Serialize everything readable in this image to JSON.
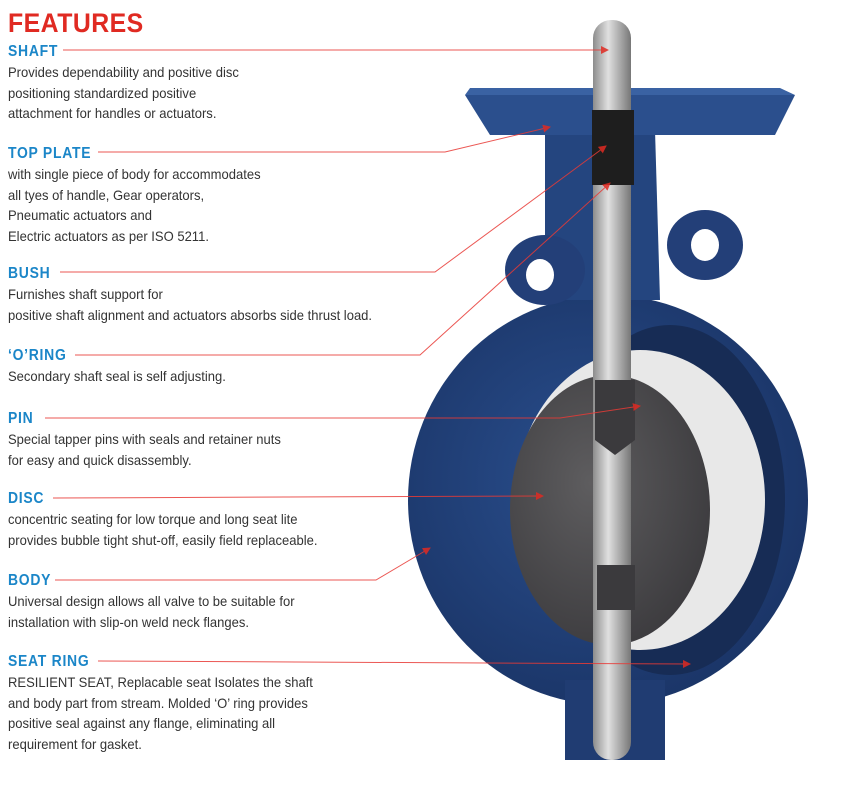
{
  "title": "FEATURES",
  "features": [
    {
      "heading": "SHAFT",
      "lines": [
        "Provides dependability and positive disc",
        "positioning standardized positive",
        "attachment for handles or actuators."
      ]
    },
    {
      "heading": "TOP PLATE",
      "lines": [
        "with single piece of body for accommodates",
        "all tyes of handle, Gear operators,",
        "Pneumatic actuators and",
        "Electric actuators as per ISO 5211."
      ]
    },
    {
      "heading": "BUSH",
      "lines": [
        "Furnishes shaft support for",
        "positive shaft alignment and actuators absorbs side thrust load."
      ]
    },
    {
      "heading": "‘O’RING",
      "lines": [
        "Secondary shaft seal is self adjusting."
      ]
    },
    {
      "heading": "PIN",
      "lines": [
        "Special tapper pins with seals and retainer nuts",
        "for easy and quick disassembly."
      ]
    },
    {
      "heading": "DISC",
      "lines": [
        "concentric seating for low torque and long seat lite",
        "provides bubble tight shut-off, easily field replaceable."
      ]
    },
    {
      "heading": "BODY",
      "lines": [
        "Universal design allows all valve to be suitable for",
        "installation with slip-on weld neck flanges."
      ]
    },
    {
      "heading": "SEAT RING",
      "lines": [
        "RESILIENT SEAT, Replacable seat Isolates the shaft",
        "and body part from stream. Molded ‘O’ ring provides",
        "positive seal against any flange, eliminating all",
        "requirement for gasket."
      ]
    }
  ],
  "colors": {
    "title": "#e02a22",
    "heading": "#1b86c8",
    "leader": "#e83a36",
    "body": "#1f3f78"
  }
}
